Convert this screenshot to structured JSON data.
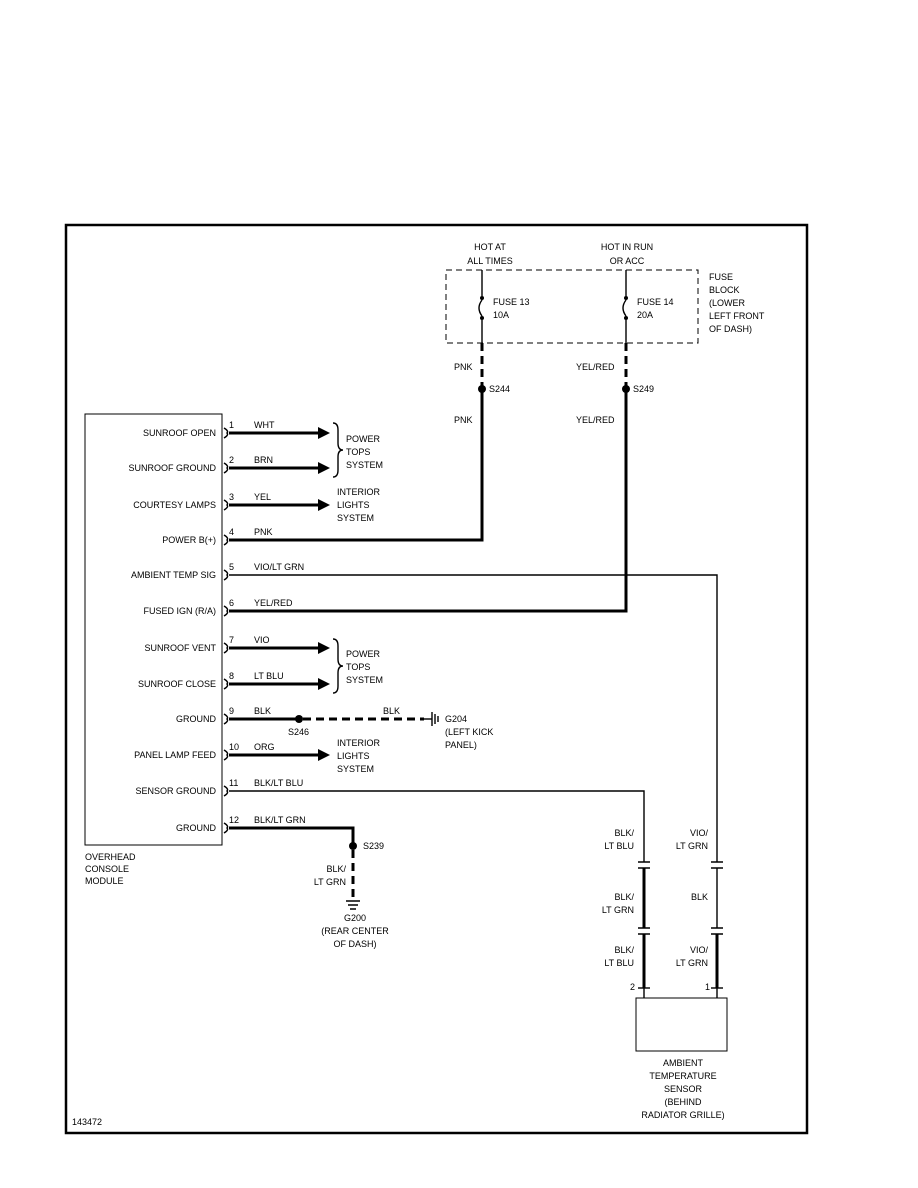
{
  "diagram_id": "143472",
  "module": {
    "name_lines": [
      "OVERHEAD",
      "CONSOLE",
      "MODULE"
    ],
    "pins": [
      {
        "num": "1",
        "label": "SUNROOF OPEN",
        "wire": "WHT"
      },
      {
        "num": "2",
        "label": "SUNROOF GROUND",
        "wire": "BRN"
      },
      {
        "num": "3",
        "label": "COURTESY LAMPS",
        "wire": "YEL"
      },
      {
        "num": "4",
        "label": "POWER B(+)",
        "wire": "PNK"
      },
      {
        "num": "5",
        "label": "AMBIENT TEMP SIG",
        "wire": "VIO/LT GRN"
      },
      {
        "num": "6",
        "label": "FUSED IGN (R/A)",
        "wire": "YEL/RED"
      },
      {
        "num": "7",
        "label": "SUNROOF VENT",
        "wire": "VIO"
      },
      {
        "num": "8",
        "label": "SUNROOF CLOSE",
        "wire": "LT BLU"
      },
      {
        "num": "9",
        "label": "GROUND",
        "wire": "BLK"
      },
      {
        "num": "10",
        "label": "PANEL LAMP FEED",
        "wire": "ORG"
      },
      {
        "num": "11",
        "label": "SENSOR GROUND",
        "wire": "BLK/LT BLU"
      },
      {
        "num": "12",
        "label": "GROUND",
        "wire": "BLK/LT GRN"
      }
    ]
  },
  "systems": {
    "power_tops_1": [
      "POWER",
      "TOPS",
      "SYSTEM"
    ],
    "interior_1": [
      "INTERIOR",
      "LIGHTS",
      "SYSTEM"
    ],
    "power_tops_2": [
      "POWER",
      "TOPS",
      "SYSTEM"
    ],
    "interior_2": [
      "INTERIOR",
      "LIGHTS",
      "SYSTEM"
    ]
  },
  "power": {
    "hot_at_all_times": [
      "HOT AT",
      "ALL TIMES"
    ],
    "hot_in_run": [
      "HOT IN RUN",
      "OR ACC"
    ],
    "fuse_block": [
      "FUSE",
      "BLOCK",
      "(LOWER",
      "LEFT FRONT",
      "OF DASH)"
    ],
    "fuse13": [
      "FUSE 13",
      "10A"
    ],
    "fuse14": [
      "FUSE 14",
      "20A"
    ],
    "pnk_top": "PNK",
    "pnk_bottom": "PNK",
    "yelred_top": "YEL/RED",
    "yelred_bottom": "YEL/RED",
    "s244": "S244",
    "s249": "S249"
  },
  "grounds": {
    "s246": "S246",
    "blk_right": "BLK",
    "g204": [
      "G204",
      "(LEFT KICK",
      "PANEL)"
    ],
    "s239": "S239",
    "blk_ltgrn": [
      "BLK/",
      "LT GRN"
    ],
    "g200": [
      "G200",
      "(REAR CENTER",
      "OF DASH)"
    ]
  },
  "sensor": {
    "left_top": [
      "BLK/",
      "LT BLU"
    ],
    "left_mid": [
      "BLK/",
      "LT GRN"
    ],
    "left_bot": [
      "BLK/",
      "LT BLU"
    ],
    "right_top": [
      "VIO/",
      "LT GRN"
    ],
    "right_mid": "BLK",
    "right_bot": [
      "VIO/",
      "LT GRN"
    ],
    "pin2": "2",
    "pin1": "1",
    "name_lines": [
      "AMBIENT",
      "TEMPERATURE",
      "SENSOR",
      "(BEHIND",
      "RADIATOR GRILLE)"
    ]
  }
}
